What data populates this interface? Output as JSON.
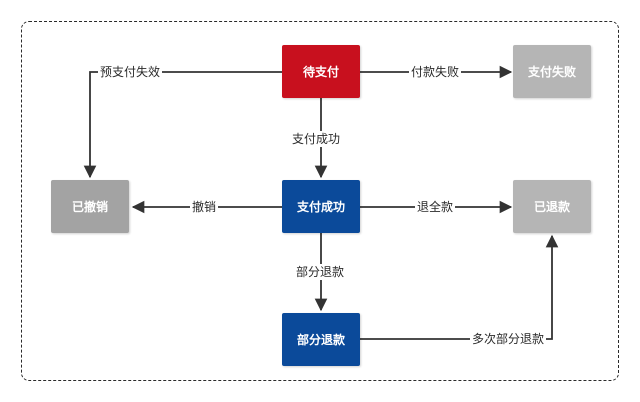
{
  "nodes": {
    "pending_payment": "待支付",
    "payment_failed": "支付失败",
    "cancelled": "已撤销",
    "payment_success": "支付成功",
    "refunded": "已退款",
    "partial_refund": "部分退款"
  },
  "edges": {
    "prepay_failed": "预支付失效",
    "pay_failed": "付款失败",
    "pay_success": "支付成功",
    "cancel": "撤销",
    "full_refund": "退全款",
    "partial_refund": "部分退款",
    "multi_partial_refund": "多次部分退款"
  },
  "colors": {
    "pending": "#c8101e",
    "active": "#0b4a9a",
    "terminal": "#b5b5b5",
    "line": "#333333"
  }
}
